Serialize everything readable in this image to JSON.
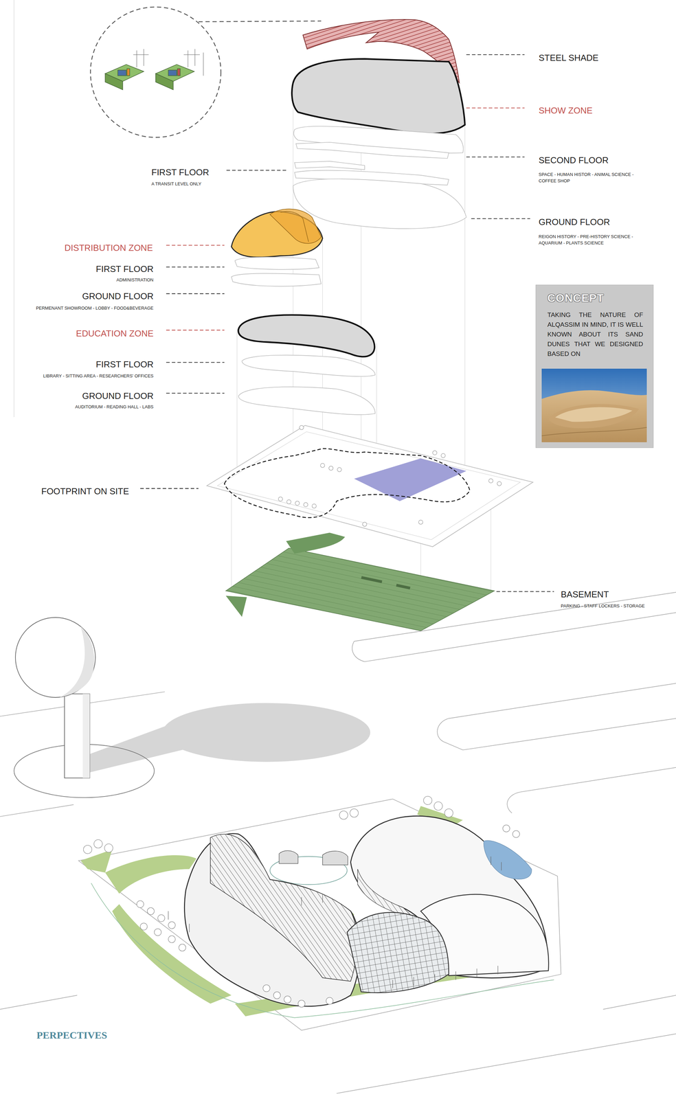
{
  "diagram": {
    "nodes": [
      {
        "text": [
          "CONCEPT",
          "TAKING THE NATURE OF ALQASSIM IN MIND, IT IS WELL KNOWN ABOUT ITS SAND DUNES THAT WE DESIGNED BASED ON"
        ]
      }
    ],
    "labels": [
      "STEEL SHADE",
      "SHOW ZONE",
      "SECOND FLOOR",
      "SPACE - HUMAN HISTOR - ANIMAL SCIENCE - COFFEE SHOP",
      "FIRST FLOOR",
      "A TRANSIT LEVEL ONLY",
      "GROUND FLOOR",
      "REIGON HISTORY - PRE-HISTORY SCIENCE - AQUARIUM - PLANTS SCIENCE",
      "DISTRIBUTION ZONE",
      "FIRST FLOOR",
      "ADMINISTRATION",
      "GROUND FLOOR",
      "PERMENANT SHOWROOM - LOBBY - FOOD&BEVERAGE",
      "EDUCATION ZONE",
      "FIRST FLOOR",
      "LIBRARY - SITTING AREA - RESEARCHERS' OFFICES",
      "GROUND FLOOR",
      "AUDITORIUM - READING HALL - LABS",
      "FOOTPRINT ON SITE",
      "BASEMENT",
      "PARKING - STAFF LOCKERS - STORAGE",
      "PERPECTIVES"
    ]
  }
}
